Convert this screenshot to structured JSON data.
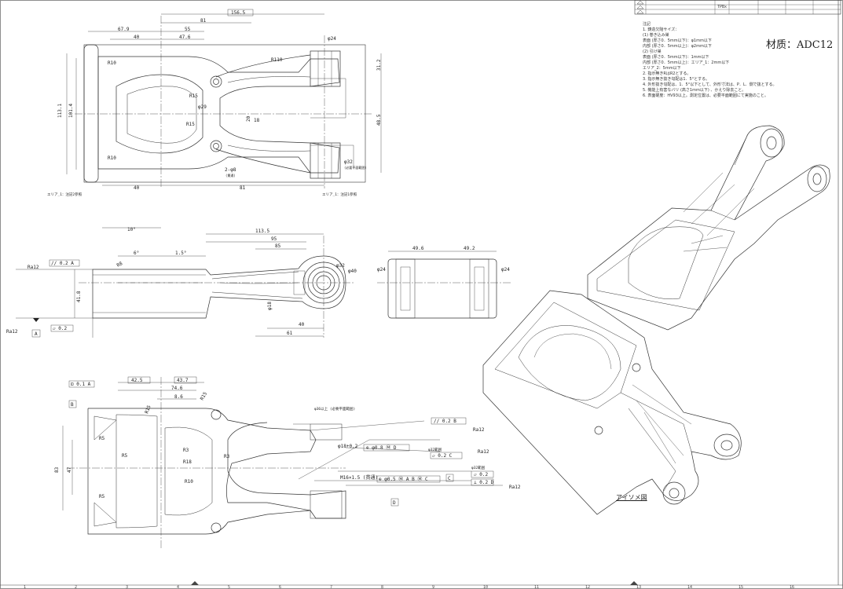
{
  "title_block": {
    "row1": [
      "",
      "",
      "TPBx",
      "",
      "",
      "",
      "",
      ""
    ],
    "rev_symbol": "A"
  },
  "material": "材质：ADC12",
  "notes": {
    "heading": "注記",
    "lines": [
      "1. 鋳造欠陥サイズ：",
      "  (1) 巻き込み巣",
      "     表面 (厚さ0．5mm以下)：φ1mm以下",
      "     内部 (厚さ0．5mm以上)：φ2mm以下",
      "  (2) 引け巣",
      "     表面 (厚さ0．5mm以下)：1mm以下",
      "     内部 (厚さ0．5mm以上)：エリア_1：2mm以下",
      "                         エリア_2：5mm以下",
      "2. 指示無きRはR2とする。",
      "3. 指示無き抜き勾配は1．5°とする。",
      "4. 外形抜き勾配は、1．5°以下として、外形寸法は、P．L．側で抜とする。",
      "5. 機能上有害なバリ (高さ1mm以下) 、かえり除去こと。",
      "6. 表面硬度：HV93以上。測定位置は、必要平面範囲にて実施のこと。"
    ]
  },
  "top_view": {
    "dims": [
      "156.5",
      "81",
      "55",
      "67.9",
      "40",
      "47.6",
      "φ24",
      "113.1",
      "101.4",
      "31.2",
      "48.5",
      "20",
      "R15",
      "R15",
      "R10",
      "R10",
      "φ29",
      "R110",
      "18",
      "40",
      "81",
      "φ32",
      "2-φ8"
    ],
    "callouts": [
      "エリア_1：注記2参照",
      "エリア_1：注記1参照",
      "(必要平面範囲)",
      "(貫通)"
    ]
  },
  "side_view": {
    "dims": [
      "10°",
      "113.5",
      "95",
      "85",
      "6°",
      "1.5°",
      "R8",
      "φ40",
      "41.8",
      "40",
      "61",
      "φ32",
      "φ18"
    ],
    "tolerances": [
      "// 0.2 A",
      "▱ 0.2"
    ],
    "datum": "A",
    "roughness": [
      "Ra12",
      "Ra12"
    ]
  },
  "end_view": {
    "dims": [
      "49.6",
      "49.2",
      "φ24",
      "φ24"
    ]
  },
  "bottom_view": {
    "dims": [
      "42.5",
      "43.7",
      "74.6",
      "8.6",
      "R5",
      "R5",
      "R5",
      "R3",
      "R3",
      "83",
      "47",
      "R15",
      "R15",
      "R18",
      "R10"
    ],
    "tolerances": [
      "// 0.2 B",
      "φ18+0.2",
      "⊕ φ0.8 Ⓜ D",
      "▱ 0.2 C",
      "M16×1.5 (貫通)",
      "⊕ φ0.5 Ⓜ A B Ⓜ C",
      "▱ 0.2",
      "⊥ 0.2 D",
      "⊡ 0.1 A"
    ],
    "datums": [
      "B",
      "C",
      "D"
    ],
    "roughness": [
      "Ra12",
      "Ra12",
      "Ra12"
    ],
    "callouts": [
      "φ36以上 (必要平面範囲)",
      "φ32範囲",
      "φ32範囲"
    ]
  },
  "iso_label": "アイソメ図",
  "border_numbers": [
    "1",
    "2",
    "3",
    "4",
    "5",
    "6",
    "7",
    "8",
    "9",
    "10",
    "11",
    "12",
    "13",
    "14",
    "15",
    "16"
  ]
}
